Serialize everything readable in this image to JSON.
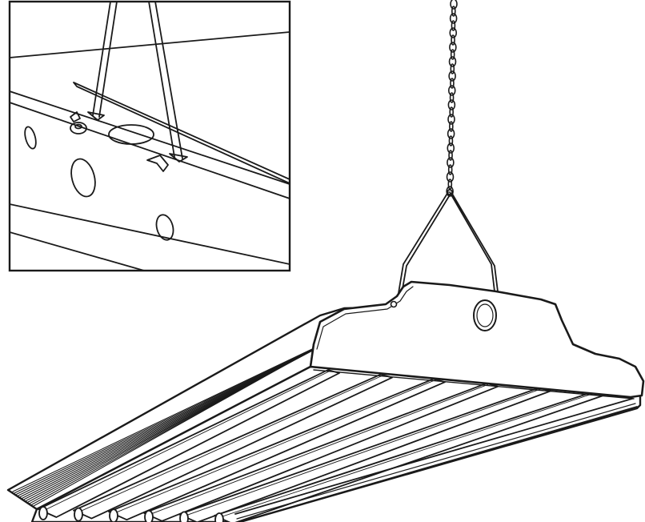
{
  "figure": {
    "subject": "hanging-fluorescent-high-bay-fixture",
    "line_color": "#1a1a1a",
    "background_color": "#ffffff",
    "inset": {
      "subject": "mounting-detail-closeup"
    },
    "lamp_count": 6
  }
}
